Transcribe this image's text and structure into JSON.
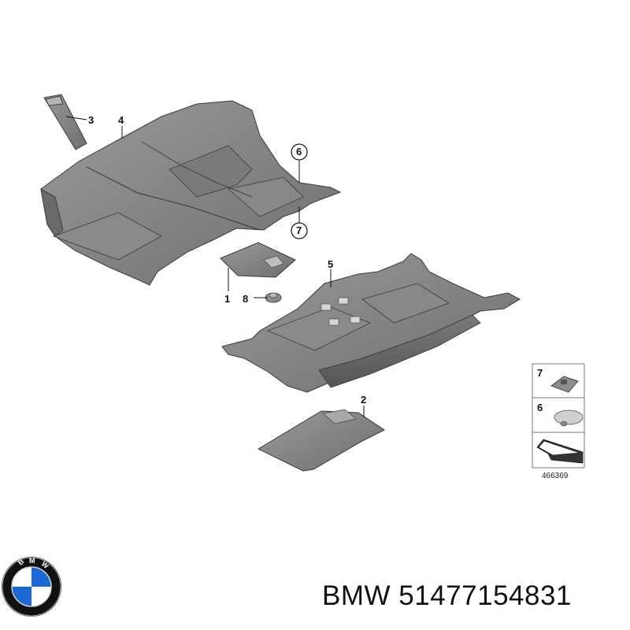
{
  "callouts": {
    "c1": "1",
    "c2": "2",
    "c3": "3",
    "c4": "4",
    "c5": "5",
    "c6": "6",
    "c7": "7",
    "c8": "8"
  },
  "legend": {
    "row1_label": "7",
    "row2_label": "6",
    "diagram_code": "466369"
  },
  "footer": {
    "brand": "BMW",
    "part_number": "51477154831"
  },
  "logo": {
    "lettering": "BMW",
    "colors": {
      "blue": "#1c69d4",
      "white": "#ffffff",
      "ring": "#111111"
    }
  }
}
